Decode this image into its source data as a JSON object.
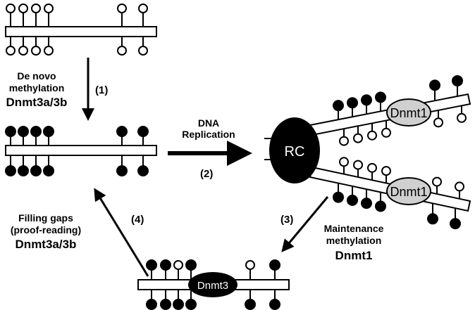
{
  "labels": {
    "step1": "(1)",
    "step1_line1": "De novo",
    "step1_line2": "methylation",
    "step1_enzyme": "Dnmt3a/3b",
    "step2": "(2)",
    "step2_line1": "DNA",
    "step2_line2": "Replication",
    "step3": "(3)",
    "step3_line1": "Maintenance",
    "step3_line2": "methylation",
    "step3_enzyme": "Dnmt1",
    "step4": "(4)",
    "step4_line1": "Filling gaps",
    "step4_line2": "(proof-reading)",
    "step4_enzyme": "Dnmt3a/3b",
    "rc": "RC",
    "dnmt1_upper": "Dnmt1",
    "dnmt1_lower": "Dnmt1",
    "dnmt3": "Dnmt3"
  },
  "strands": {
    "unmethylated": {
      "top": [
        "open",
        "open",
        "open",
        "open",
        "open",
        "open"
      ],
      "bottom": [
        "open",
        "open",
        "open",
        "open",
        "open",
        "open"
      ]
    },
    "methylated": {
      "top": [
        "filled",
        "filled",
        "filled",
        "filled",
        "filled",
        "filled"
      ],
      "bottom": [
        "filled",
        "filled",
        "filled",
        "filled",
        "filled",
        "filled"
      ]
    },
    "repaired": {
      "top": [
        "filled",
        "filled",
        "open",
        "filled",
        "open",
        "filled"
      ],
      "bottom": [
        "filled",
        "filled",
        "filled",
        "filled",
        "filled",
        "filled"
      ]
    }
  },
  "colors": {
    "methylated": "#000000",
    "unmethylated": "#ffffff",
    "dnmt1": "#d0d0d0",
    "rc": "#000000"
  }
}
